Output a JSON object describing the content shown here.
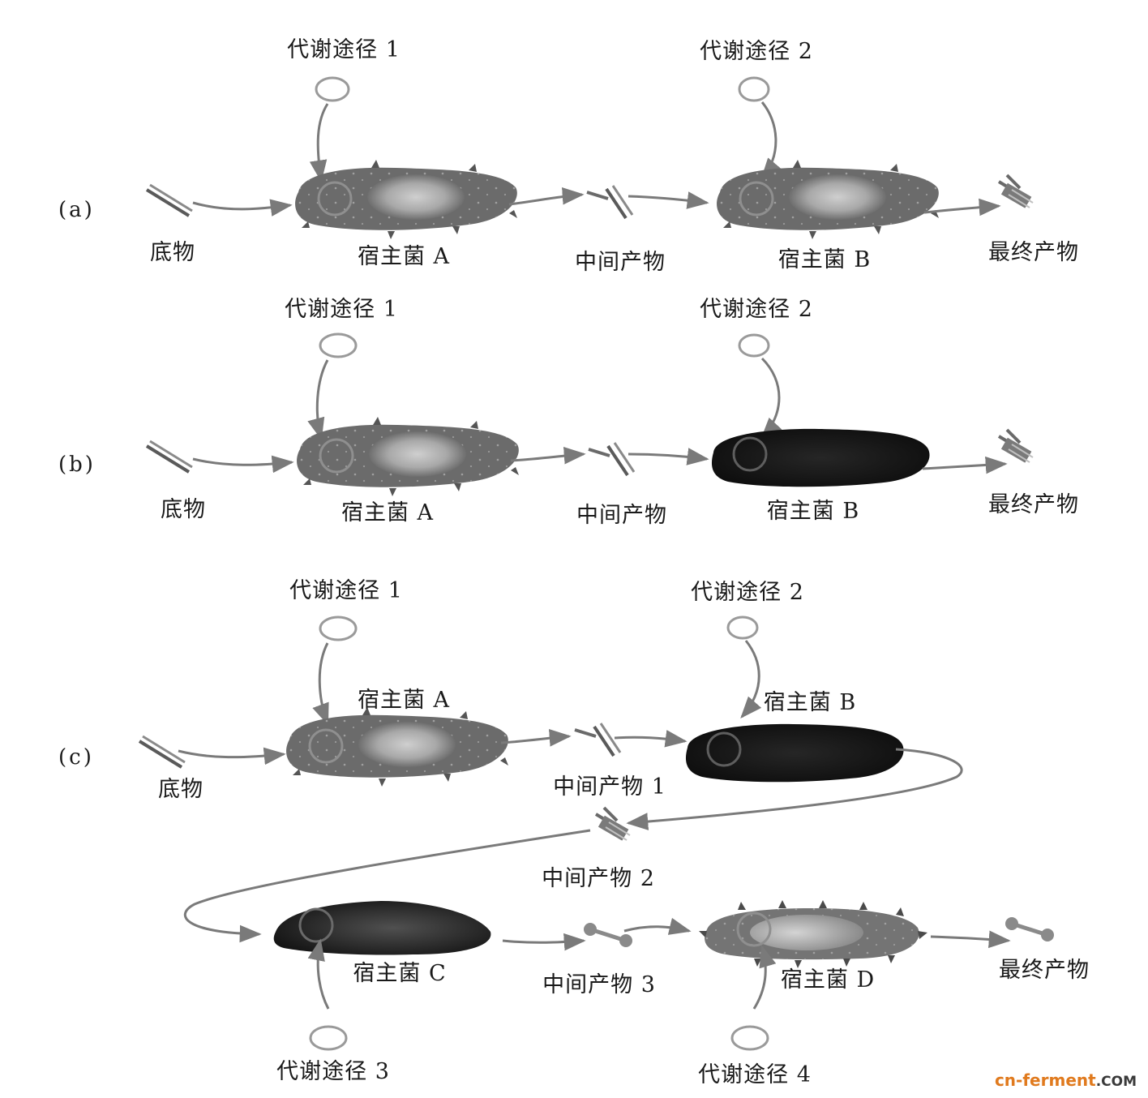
{
  "panels": {
    "a": {
      "tag": "(a)",
      "pathway_1": "代谢途径 1",
      "pathway_2": "代谢途径 2",
      "substrate": "底物",
      "host_a": "宿主菌 A",
      "intermediate": "中间产物",
      "host_b": "宿主菌 B",
      "final_product": "最终产物"
    },
    "b": {
      "tag": "(b)",
      "pathway_1": "代谢途径 1",
      "pathway_2": "代谢途径 2",
      "substrate": "底物",
      "host_a": "宿主菌 A",
      "intermediate": "中间产物",
      "host_b": "宿主菌 B",
      "final_product": "最终产物"
    },
    "c": {
      "tag": "(c)",
      "pathway_1": "代谢途径 1",
      "pathway_2": "代谢途径 2",
      "pathway_3": "代谢途径 3",
      "pathway_4": "代谢途径 4",
      "substrate": "底物",
      "host_a": "宿主菌 A",
      "host_b": "宿主菌 B",
      "host_c": "宿主菌 C",
      "host_d": "宿主菌 D",
      "intermediate_1": "中间产物 1",
      "intermediate_2": "中间产物 2",
      "intermediate_3": "中间产物 3",
      "final_product": "最终产物"
    }
  },
  "watermark": {
    "brand": "cn-ferment",
    "suffix": ".COM"
  },
  "colors": {
    "cell_light": "#6e6e6e",
    "cell_dark": "#141414",
    "nucleus": "#bdbdbd",
    "arrow": "#7a7a7a",
    "plasmid": "#9a9a9a",
    "watermark_brand": "#e07a1e"
  }
}
